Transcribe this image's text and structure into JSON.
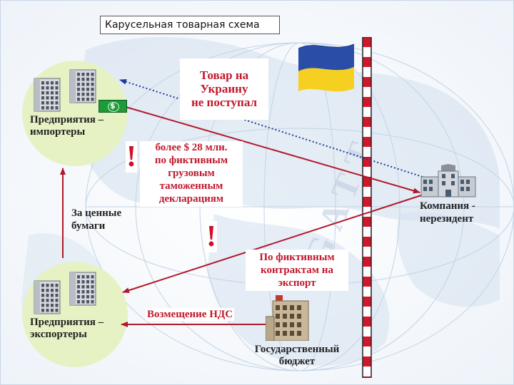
{
  "title": "Карусельная товарная схема",
  "importers_label": [
    "Предприятия –",
    "импортеры"
  ],
  "exporters_label": [
    "Предприятия –",
    "экспортеры"
  ],
  "nonresident_label": [
    "Компания -",
    "нерезидент"
  ],
  "budget_label": [
    "Государственный",
    "бюджет"
  ],
  "securities_label": [
    "За ценные",
    "бумаги"
  ],
  "goods_not_arrived": [
    "Товар на",
    "Украину",
    "не поступал"
  ],
  "fictitious_declarations": [
    "более $ 28 млн.",
    "по фиктивным",
    "грузовым",
    "таможенным",
    "декларациям"
  ],
  "fictitious_contracts": [
    "По фиктивным",
    "контрактам на",
    "экспорт"
  ],
  "vat_refund": "Возмещение НДС",
  "exclamation": "!",
  "dollar_sign": "$",
  "watermark": "GATT",
  "colors": {
    "arrow_red": "#b0192c",
    "arrow_blue": "#2244aa",
    "flag_blue": "#2a4ea8",
    "flag_yellow": "#f5d020",
    "circle": "#e6f2c4"
  }
}
